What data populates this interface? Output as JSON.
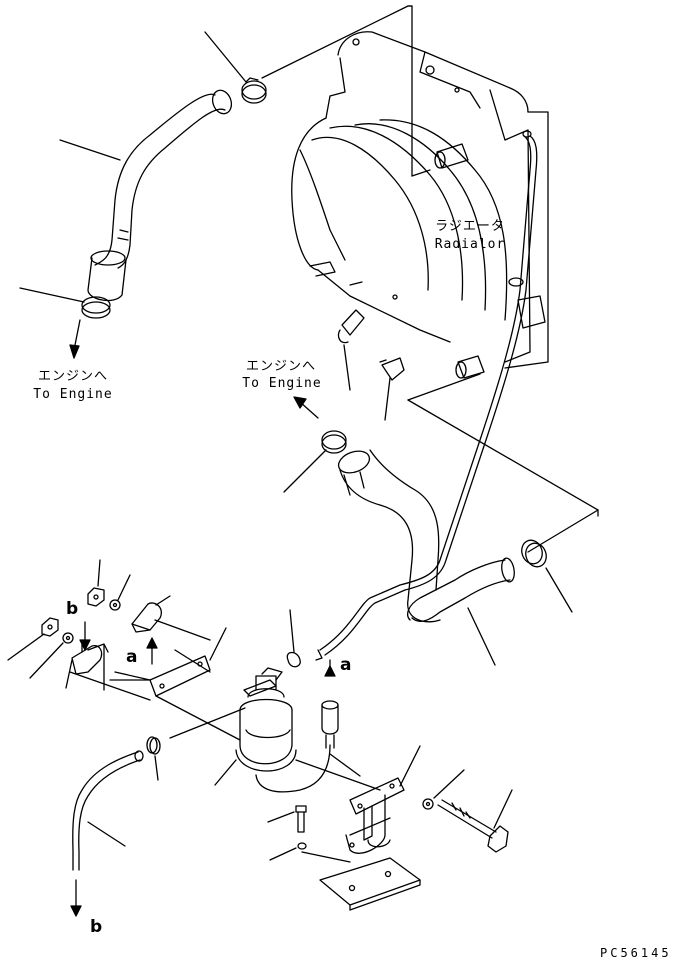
{
  "labels": {
    "radiator_jp": "ラジエータ",
    "radiator_en": "Radialor",
    "engine_left_jp": "エンジンへ",
    "engine_left_en": "To Engine",
    "engine_mid_jp": "エンジンへ",
    "engine_mid_en": "To Engine"
  },
  "letters": {
    "b_top": "b",
    "a_left": "a",
    "a_right": "a",
    "b_bottom": "b"
  },
  "drawing_code": "PC56145",
  "colors": {
    "ink": "#000000",
    "paper": "#ffffff"
  }
}
